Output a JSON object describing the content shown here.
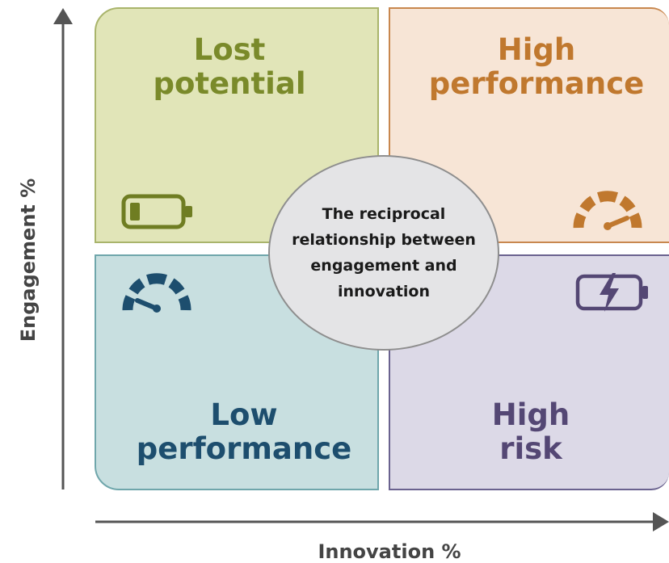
{
  "diagram": {
    "quadrants": {
      "top_left": {
        "title": "Lost\npotential",
        "color": "#7a8a2a"
      },
      "top_right": {
        "title": "High\nperformance",
        "color": "#c0782e"
      },
      "bottom_left": {
        "title": "Low\nperformance",
        "color": "#1d4e6e"
      },
      "bottom_right": {
        "title": "High\nrisk",
        "color": "#544774"
      }
    },
    "center_text": "The reciprocal\nrelationship between\nengagement and\ninnovation",
    "y_axis_label": "Engagement %",
    "x_axis_label": "Innovation %",
    "icons": {
      "top_left": "low-battery-icon",
      "top_right": "speedometer-high-icon",
      "bottom_left": "speedometer-low-icon",
      "bottom_right": "charging-battery-icon"
    }
  }
}
